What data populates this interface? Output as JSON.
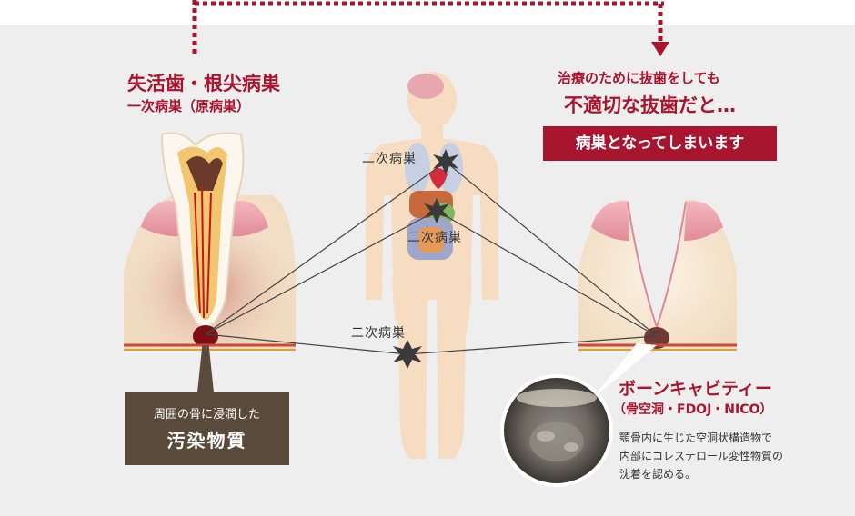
{
  "left_title": "失活歯・根尖病巣",
  "left_subtitle": "一次病巣（原病巣）",
  "right_text_line1": "治療のために抜歯をしても",
  "right_text_line2": "不適切な抜歯だと…",
  "right_banner": "病巣となってしまいます",
  "secondary_label_chest": "二次病巣",
  "secondary_label_abdomen": "二次病巣",
  "secondary_label_thigh": "二次病巣",
  "box_line1": "周囲の骨に浸潤した",
  "box_line2": "汚染物質",
  "cavity_title": "ボーンキャビティー",
  "cavity_subtitle": "（骨空洞・FDOJ・NICO）",
  "cavity_desc_line1": "顎骨内に生じた空洞状構造物で",
  "cavity_desc_line2": "内部にコレステロール変性物質の",
  "cavity_desc_line3": "沈着を認める。",
  "colors": {
    "accent_red": "#a8152e",
    "box_brown": "#5a4a3c",
    "panel_gray": "#eeeeee",
    "body_skin": "#f6dcc0",
    "bone": "#f4e6cf"
  }
}
